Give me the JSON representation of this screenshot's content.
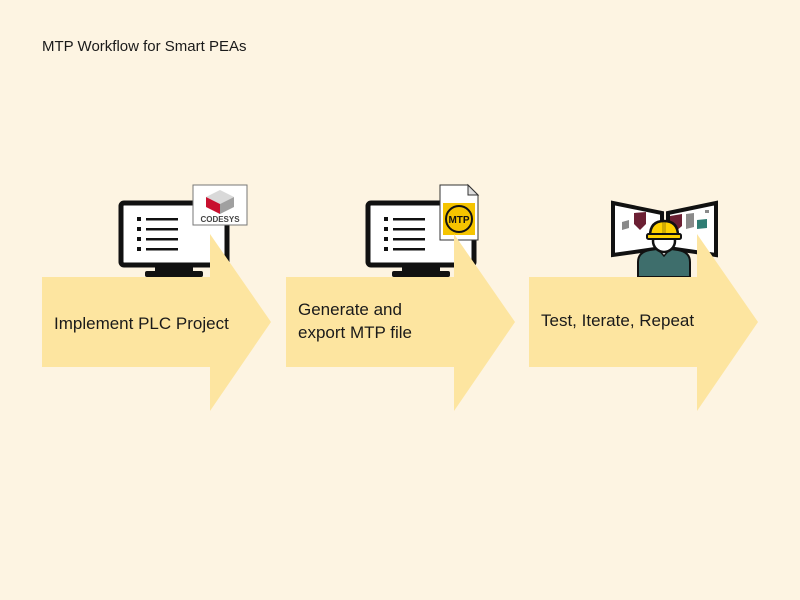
{
  "title": "MTP Workflow for Smart PEAs",
  "steps": [
    {
      "label": "Implement PLC Project",
      "badge": "CODESYS"
    },
    {
      "label_line1": "Generate and",
      "label_line2": "export MTP file",
      "badge": "MTP"
    },
    {
      "label": "Test, Iterate, Repeat"
    }
  ],
  "icons": {
    "step1": [
      "monitor-icon",
      "codesys-logo-icon"
    ],
    "step2": [
      "monitor-icon",
      "mtp-file-icon"
    ],
    "step3": [
      "operator-with-hardhat-icon",
      "hmi-screens-icon"
    ]
  },
  "colors": {
    "background": "#fdf4e2",
    "arrow": "#fde5a0",
    "dark": "#111111",
    "codesys_red": "#c8102e",
    "mtp_yellow": "#f5c400",
    "worker_teal": "#3e6e6c",
    "helmet_yellow": "#ffd200",
    "screen_maroon": "#6b1f33",
    "screen_teal": "#2f7d74",
    "screen_gray": "#8a8a8a"
  }
}
